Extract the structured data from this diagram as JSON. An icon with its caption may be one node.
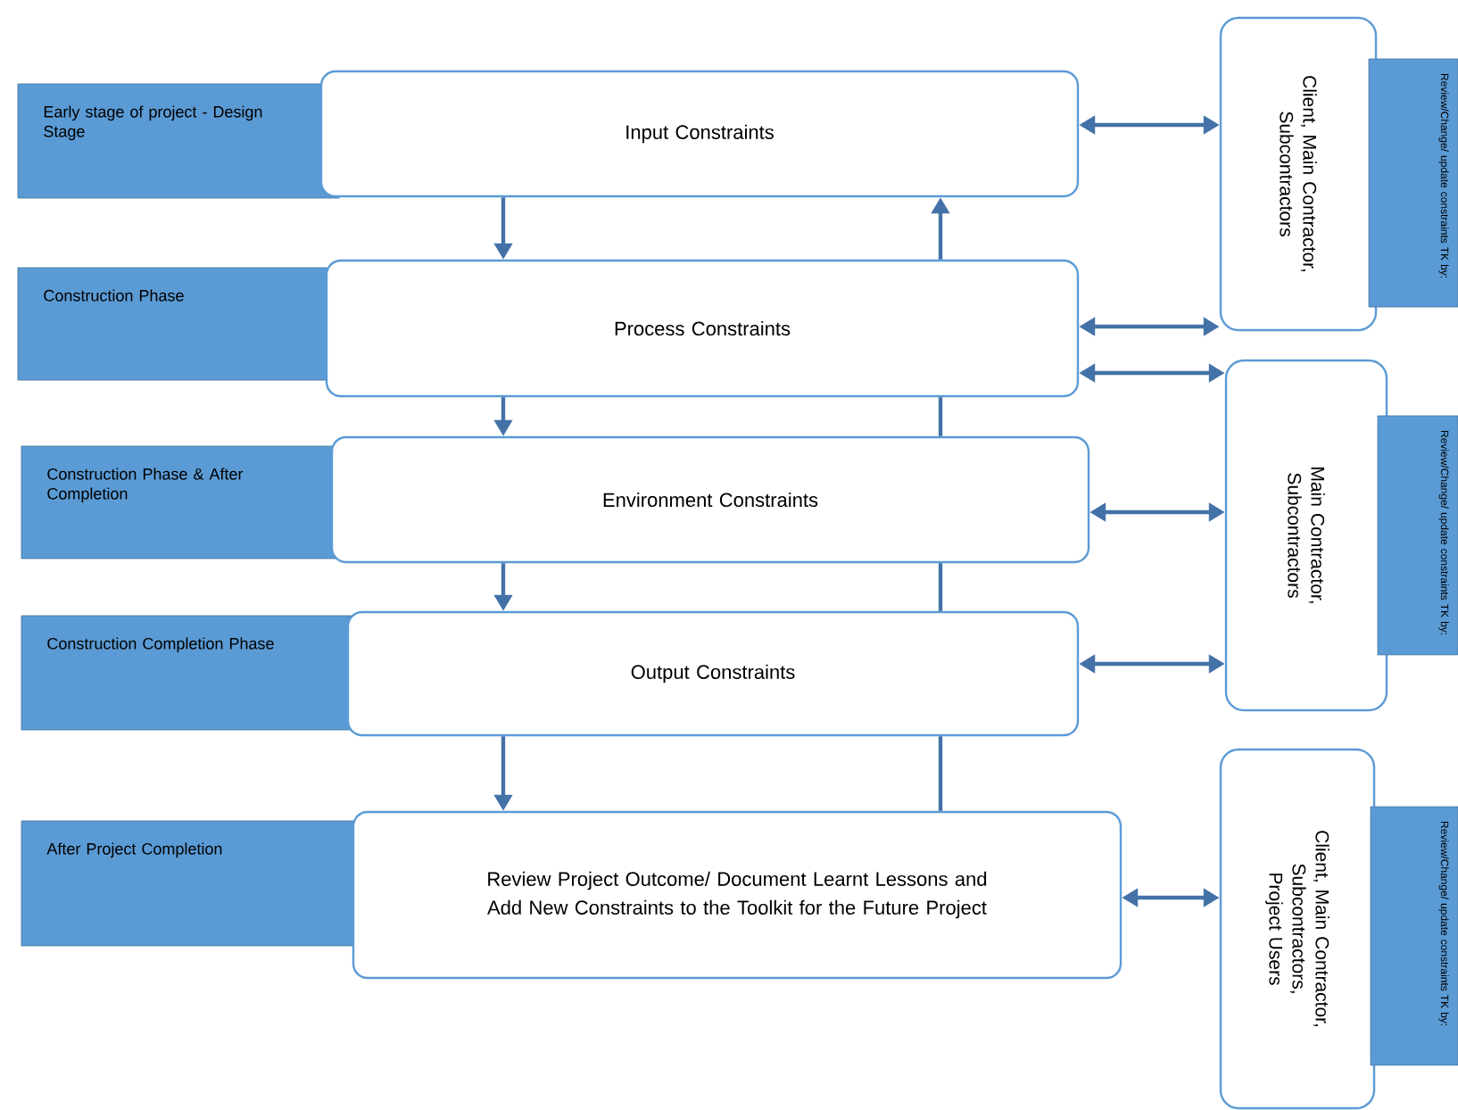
{
  "diagram": {
    "nodes": [
      {
        "text": [
          "Early stage of project - Design Stage"
        ]
      },
      {
        "text": [
          "Input Constraints"
        ]
      },
      {
        "text": [
          "Construction Phase"
        ]
      },
      {
        "text": [
          "Process Constraints"
        ]
      },
      {
        "text": [
          "Construction Phase & After Completion"
        ]
      },
      {
        "text": [
          "Environment Constraints"
        ]
      },
      {
        "text": [
          "Construction Completion Phase"
        ]
      },
      {
        "text": [
          "Output Constraints"
        ]
      },
      {
        "text": [
          "After Project Completion"
        ]
      },
      {
        "text": [
          "Review Project Outcome/ Document Learnt Lessons and Add New Constraints to the Toolkit for the Future Project"
        ]
      },
      {
        "text": [
          "Client, Main Contractor, Subcontractors"
        ]
      },
      {
        "text": [
          "Review/Change/ update constraints TK by:"
        ]
      },
      {
        "text": [
          "Main Contractor, Subcontractors"
        ]
      },
      {
        "text": [
          "Review/Change/ update constraints TK by:"
        ]
      },
      {
        "text": [
          "Client, Main Contractor, Subcontractors, Project Users"
        ]
      },
      {
        "text": [
          "Review/Change/ update constraints TK by:"
        ]
      }
    ],
    "edges": [
      {
        "from": 1,
        "to": 3,
        "arrow": "to"
      },
      {
        "from": 3,
        "to": 5,
        "arrow": "to"
      },
      {
        "from": 5,
        "to": 7,
        "arrow": "to"
      },
      {
        "from": 7,
        "to": 9,
        "arrow": "to"
      },
      {
        "from": 9,
        "to": 7,
        "arrow": "none"
      },
      {
        "from": 7,
        "to": 5,
        "arrow": "none"
      },
      {
        "from": 5,
        "to": 3,
        "arrow": "none"
      },
      {
        "from": 3,
        "to": 1,
        "arrow": "to"
      },
      {
        "from": 1,
        "to": 10,
        "arrow": "both"
      },
      {
        "from": 3,
        "to": 10,
        "arrow": "both"
      },
      {
        "from": 3,
        "to": 12,
        "arrow": "both"
      },
      {
        "from": 5,
        "to": 12,
        "arrow": "both"
      },
      {
        "from": 7,
        "to": 12,
        "arrow": "both"
      },
      {
        "from": 9,
        "to": 14,
        "arrow": "both"
      }
    ]
  }
}
